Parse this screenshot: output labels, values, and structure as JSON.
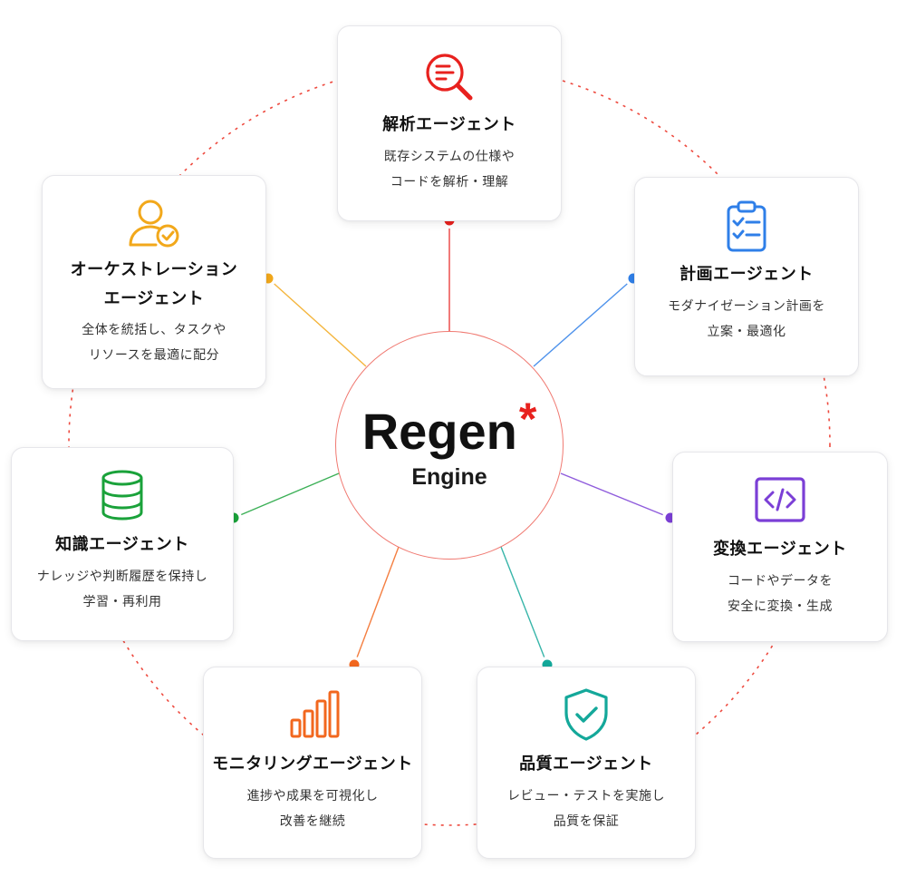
{
  "core": {
    "name": "Regen",
    "mark": "*",
    "subtitle": "Engine"
  },
  "colors": {
    "ring": "#ee4a3f",
    "analysis": "#e8211e",
    "orchestration": "#f2a81b",
    "planning": "#2f7fe8",
    "knowledge": "#1aa23a",
    "conversion": "#7b3fd6",
    "monitoring": "#f2671e",
    "quality": "#14a89a"
  },
  "agents": [
    {
      "key": "analysis",
      "icon": "magnifier-icon",
      "title_lines": [
        "解析エージェント"
      ],
      "desc_lines": [
        "既存システムの仕様や",
        "コードを解析・理解"
      ]
    },
    {
      "key": "planning",
      "icon": "clipboard-check-icon",
      "title_lines": [
        "計画エージェント"
      ],
      "desc_lines": [
        "モダナイゼーション計画を",
        "立案・最適化"
      ]
    },
    {
      "key": "conversion",
      "icon": "code-icon",
      "title_lines": [
        "変換エージェント"
      ],
      "desc_lines": [
        "コードやデータを",
        "安全に変換・生成"
      ]
    },
    {
      "key": "quality",
      "icon": "shield-check-icon",
      "title_lines": [
        "品質エージェント"
      ],
      "desc_lines": [
        "レビュー・テストを実施し",
        "品質を保証"
      ]
    },
    {
      "key": "monitoring",
      "icon": "bar-chart-icon",
      "title_lines": [
        "モニタリングエージェント"
      ],
      "desc_lines": [
        "進捗や成果を可視化し",
        "改善を継続"
      ]
    },
    {
      "key": "knowledge",
      "icon": "database-icon",
      "title_lines": [
        "知識エージェント"
      ],
      "desc_lines": [
        "ナレッジや判断履歴を保持し",
        "学習・再利用"
      ]
    },
    {
      "key": "orchestration",
      "icon": "user-check-icon",
      "title_lines": [
        "オーケストレーション",
        "エージェント"
      ],
      "desc_lines": [
        "全体を統括し、タスクや",
        "リソースを最適に配分"
      ]
    }
  ]
}
